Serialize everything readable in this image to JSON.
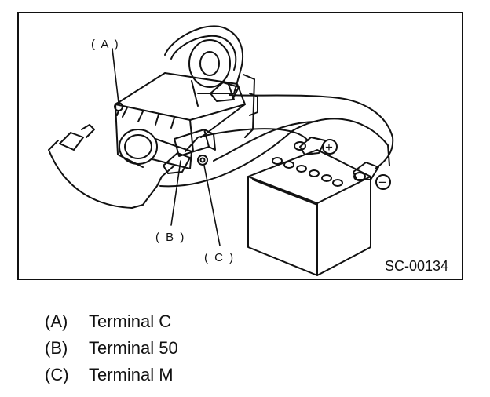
{
  "figure": {
    "code": "SC-00134",
    "callouts": {
      "a": "( A )",
      "b": "( B )",
      "c": "( C )"
    },
    "battery_signs": {
      "positive": "+",
      "negative": "−"
    }
  },
  "legend": [
    {
      "key": "(A)",
      "label": "Terminal C"
    },
    {
      "key": "(B)",
      "label": "Terminal 50"
    },
    {
      "key": "(C)",
      "label": "Terminal M"
    }
  ]
}
